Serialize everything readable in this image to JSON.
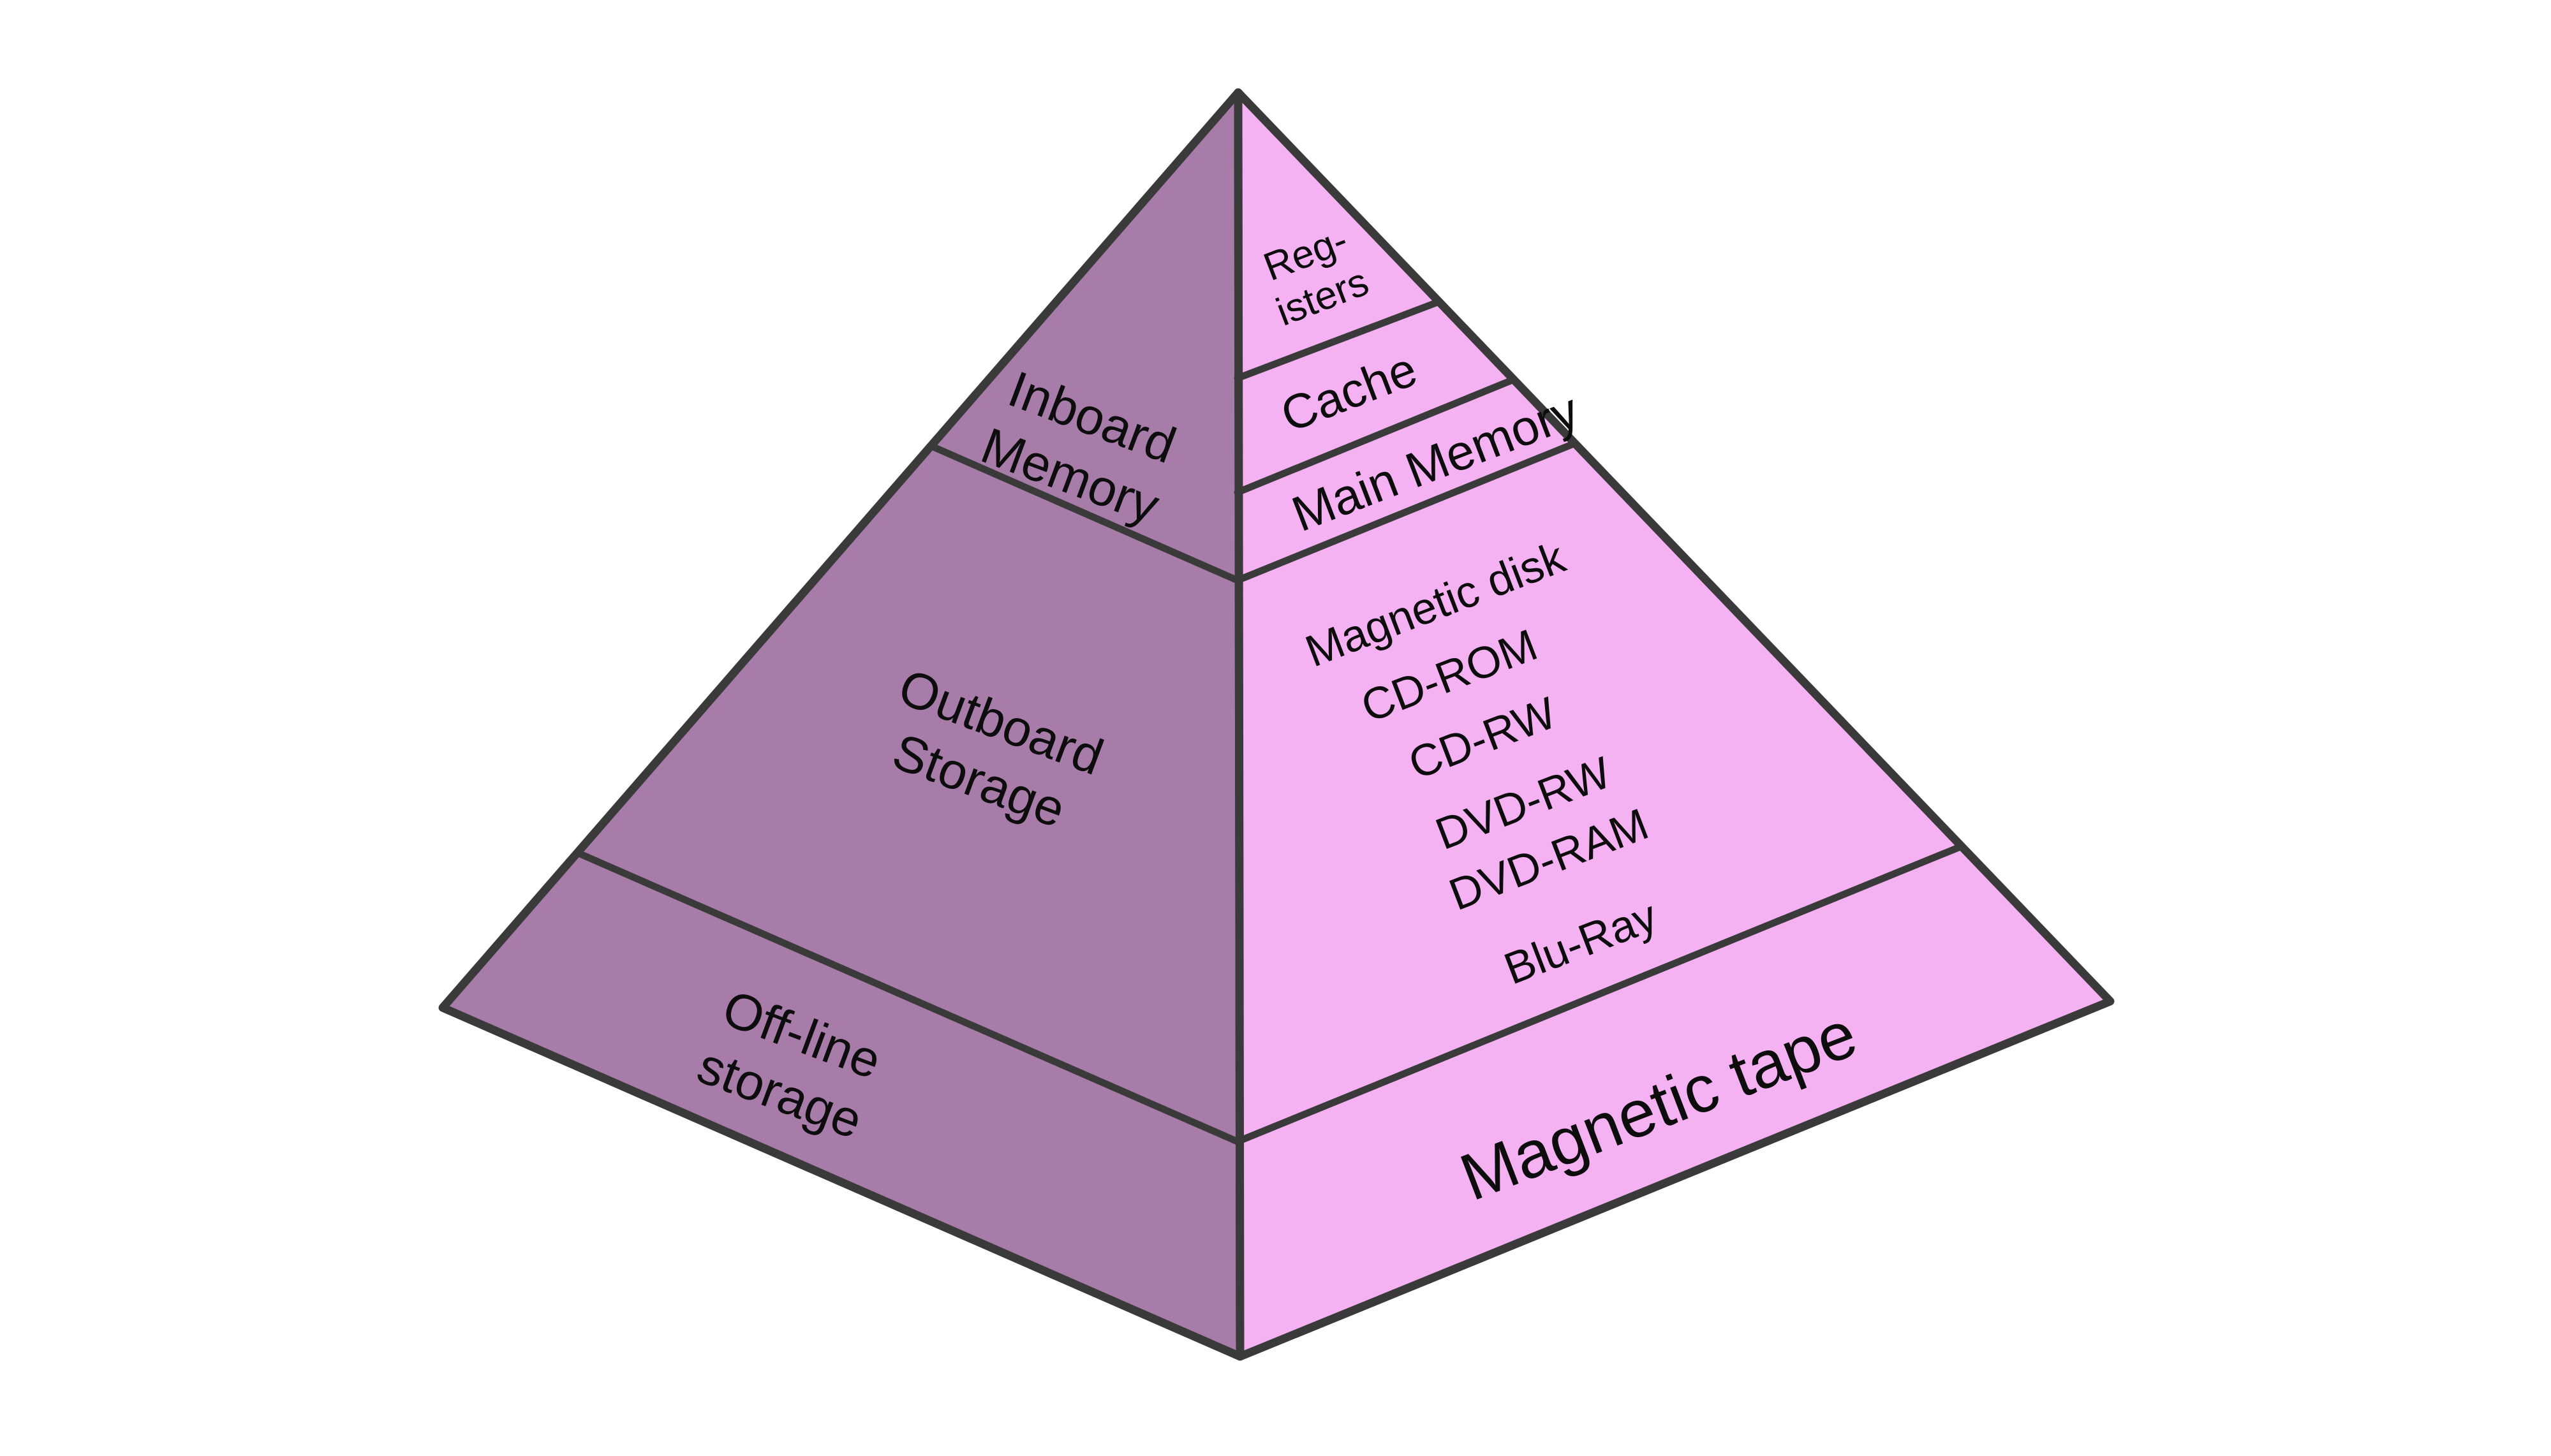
{
  "diagram": {
    "kind": "memory-hierarchy-pyramid",
    "pyramid": {
      "left_face": {
        "sections": [
          {
            "id": "inboard-memory",
            "label": "Inboard\nMemory"
          },
          {
            "id": "outboard-storage",
            "label": "Outboard\nStorage"
          },
          {
            "id": "offline-storage",
            "label": "Off-line\nstorage"
          }
        ]
      },
      "right_face": {
        "sections": [
          {
            "id": "registers",
            "label": "Reg-\nisters"
          },
          {
            "id": "cache",
            "label": "Cache"
          },
          {
            "id": "main-memory",
            "label": "Main Memory"
          },
          {
            "id": "outboard-devices",
            "items": [
              "Magnetic disk",
              "CD-ROM",
              "CD-RW",
              "DVD-RW",
              "DVD-RAM",
              "Blu-Ray"
            ]
          },
          {
            "id": "magnetic-tape",
            "label": "Magnetic tape"
          }
        ]
      }
    },
    "colors": {
      "left_face": "#a77ca9",
      "right_face": "#f4b2f2",
      "outline": "#3a3a3a",
      "text": "#0d0d0d",
      "background": "#ffffff"
    }
  }
}
